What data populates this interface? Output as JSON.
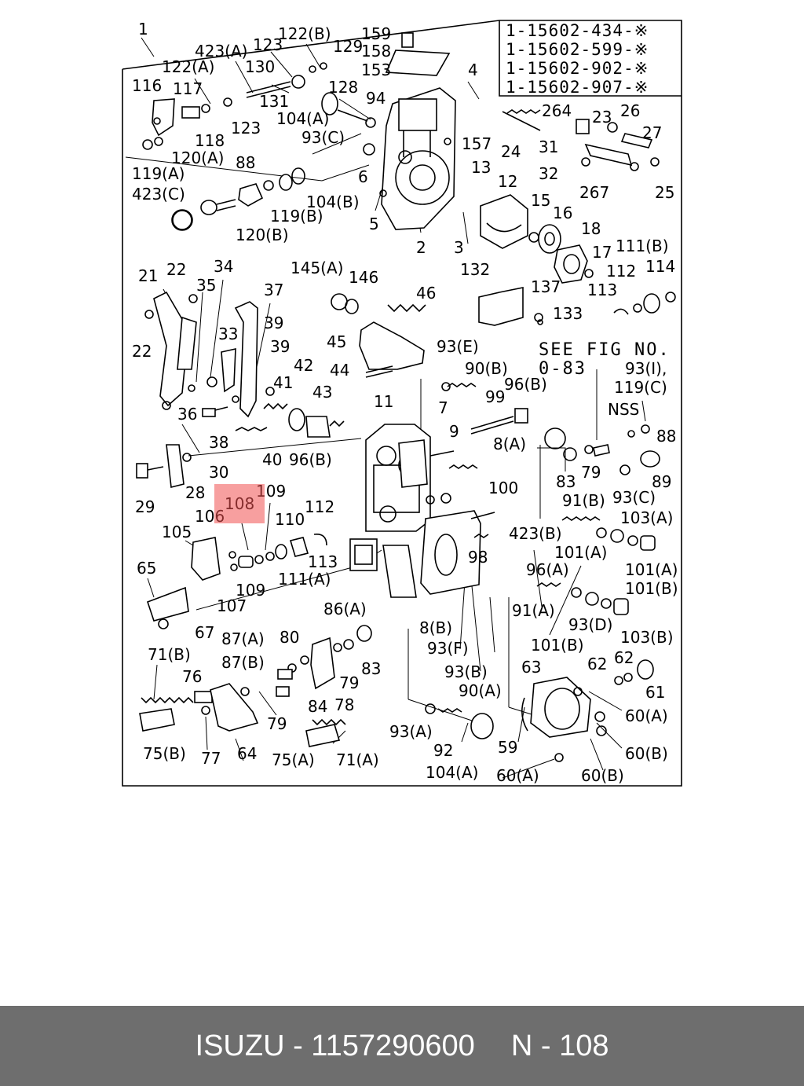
{
  "footer": {
    "brand": "ISUZU",
    "separator": "-",
    "part_number": "1157290600",
    "ref_prefix": "N",
    "ref_separator": "-",
    "ref_number": "108"
  },
  "diagram": {
    "highlight_color": "#f05050",
    "highlighted_part": "108",
    "assembly_numbers": [
      "1-15602-434-※",
      "1-15602-599-※",
      "1-15602-902-※",
      "1-15602-907-※"
    ],
    "see_note": [
      "SEE FIG NO.",
      "0-83"
    ],
    "callouts": [
      "1",
      "423(A)",
      "123",
      "122(B)",
      "129",
      "159",
      "158",
      "153",
      "4",
      "122(A)",
      "130",
      "116",
      "117",
      "131",
      "128",
      "94",
      "104(A)",
      "123",
      "118",
      "93(C)",
      "157",
      "264",
      "23",
      "26",
      "27",
      "31",
      "24",
      "32",
      "267",
      "25",
      "120(A)",
      "119(A)",
      "88",
      "6",
      "13",
      "12",
      "423(C)",
      "119(B)",
      "104(B)",
      "15",
      "16",
      "18",
      "120(B)",
      "5",
      "2",
      "3",
      "17",
      "111(B)",
      "114",
      "132",
      "21",
      "22",
      "34",
      "145(A)",
      "146",
      "112",
      "35",
      "37",
      "46",
      "137",
      "133",
      "113",
      "39",
      "33",
      "45",
      "93(E)",
      "22",
      "39",
      "42",
      "44",
      "90(B)",
      "96(B)",
      "93(I),",
      "119(C)",
      "NSS",
      "41",
      "43",
      "11",
      "7",
      "99",
      "36",
      "9",
      "88",
      "38",
      "8(A)",
      "40",
      "96(B)",
      "83",
      "79",
      "89",
      "30",
      "109",
      "100",
      "91(B)",
      "93(C)",
      "108",
      "112",
      "103(A)",
      "28",
      "29",
      "106",
      "110",
      "423(B)",
      "101(A)",
      "105",
      "113",
      "98",
      "111(A)",
      "96(A)",
      "101(A)",
      "65",
      "109",
      "107",
      "86(A)",
      "91(A)",
      "101(B)",
      "67",
      "80",
      "8(B)",
      "93(D)",
      "87(A)",
      "83",
      "101(B)",
      "103(B)",
      "71(B)",
      "87(B)",
      "79",
      "93(F)",
      "62",
      "62",
      "76",
      "84",
      "78",
      "93(B)",
      "63",
      "61",
      "90(A)",
      "79",
      "60(A)",
      "93(A)",
      "92",
      "59",
      "75(B)",
      "77",
      "64",
      "75(A)",
      "71(A)",
      "104(A)",
      "60(B)",
      "60(A)",
      "60(B)"
    ]
  }
}
